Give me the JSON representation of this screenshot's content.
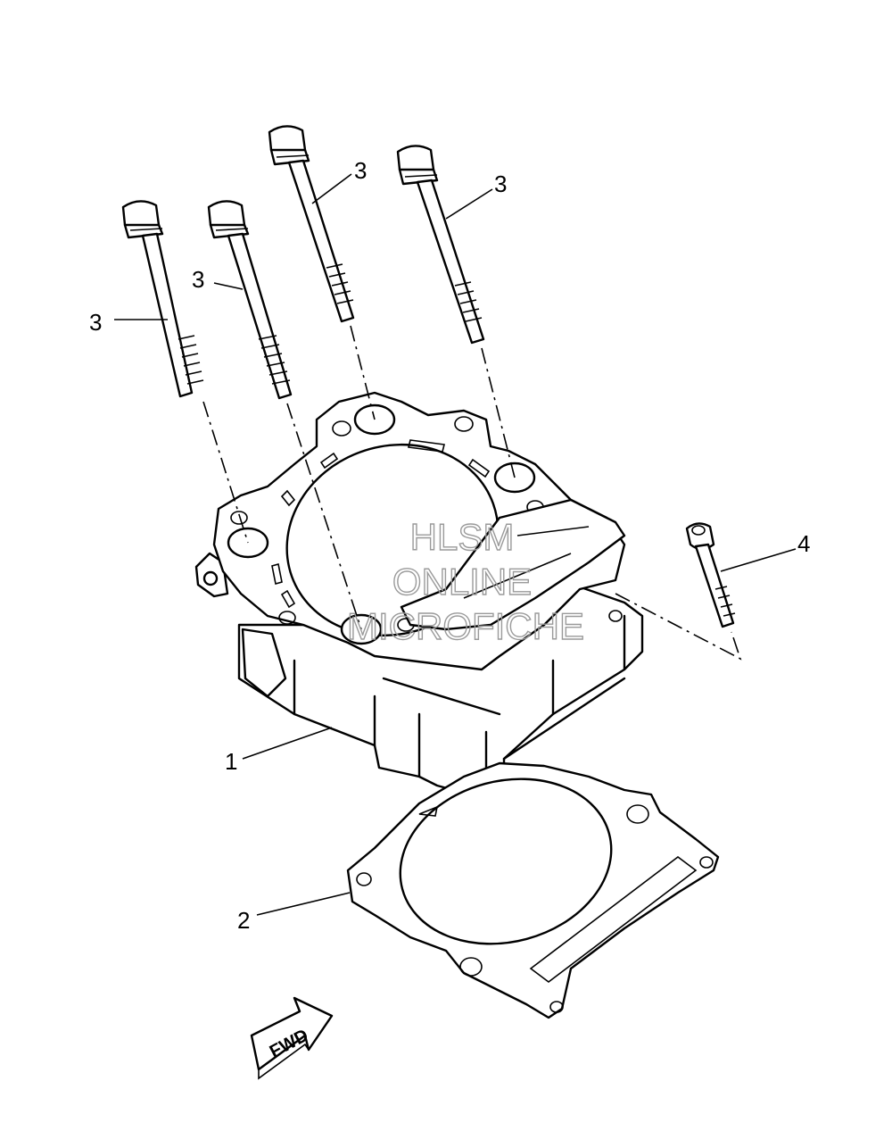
{
  "callouts": {
    "cylinder": "1",
    "gasket": "2",
    "bolt_a": "3",
    "bolt_b": "3",
    "bolt_c": "3",
    "bolt_d": "3",
    "small_bolt": "4"
  },
  "watermark": {
    "line1": "HLSM",
    "line2": "ONLINE",
    "line3": "MICROFICHE"
  },
  "fwd_label": "FWD"
}
